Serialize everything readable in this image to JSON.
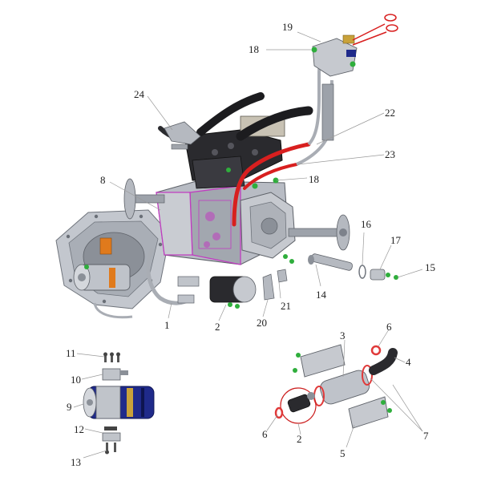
{
  "callouts": {
    "c1": "1",
    "c2a": "2",
    "c2b": "2",
    "c3": "3",
    "c4": "4",
    "c5": "5",
    "c6a": "6",
    "c6b": "6",
    "c7": "7",
    "c8": "8",
    "c9": "9",
    "c10": "10",
    "c11": "11",
    "c12": "12",
    "c13": "13",
    "c14": "14",
    "c15": "15",
    "c16": "16",
    "c17": "17",
    "c18a": "18",
    "c18b": "18",
    "c19": "19",
    "c20": "20",
    "c21": "21",
    "c22": "22",
    "c23": "23",
    "c24": "24"
  },
  "colors": {
    "housing": "#b8bcc4",
    "housing_dark": "#7d828b",
    "body_black": "#2a2a2e",
    "pipe_red": "#d81f1f",
    "magenta_edge": "#c03cc0",
    "motor_blue": "#1f2a8a",
    "seal_red": "#e03a3a",
    "bolt_green": "#2fae3c",
    "brass": "#c9a23a",
    "orange_part": "#e07a1c"
  }
}
